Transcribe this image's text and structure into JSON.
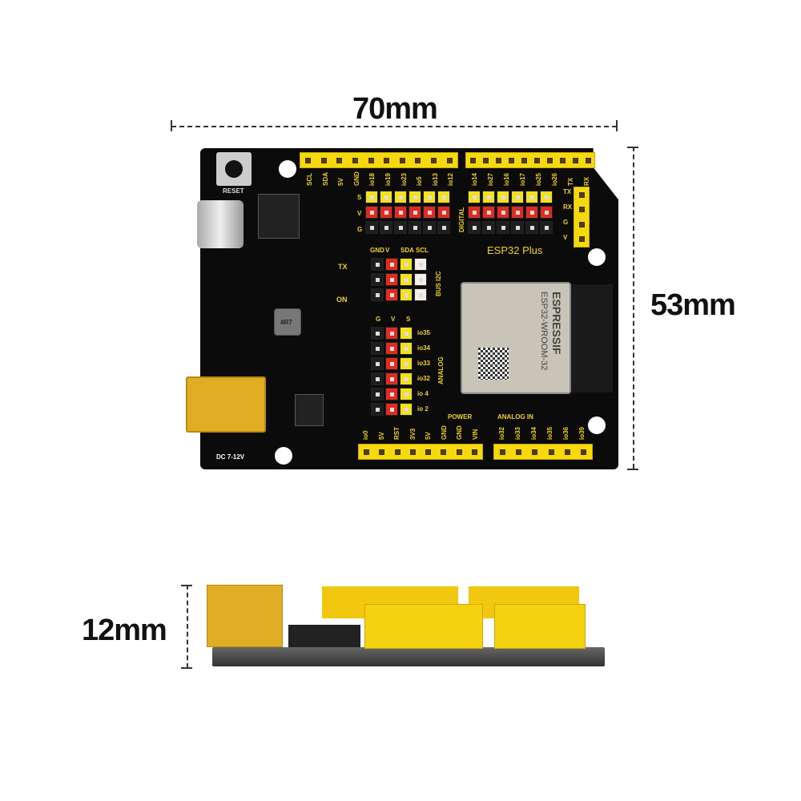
{
  "dimensions": {
    "width": "70mm",
    "height": "53mm",
    "thickness": "12mm"
  },
  "board": {
    "title": "ESP32 Plus",
    "reset_label": "RESET",
    "tx_label": "TX",
    "on_label": "ON",
    "dc_label": "DC 7-12V",
    "inductor_label": "4R7",
    "top_left_labels": [
      "SCL",
      "SDA",
      "5V",
      "GND",
      "io18",
      "io19",
      "io23",
      "io5",
      "io13",
      "io12"
    ],
    "top_right_labels": [
      "io14",
      "io27",
      "io16",
      "io17",
      "io25",
      "io26",
      "TX",
      "RX"
    ],
    "digital_label": "DIGITAL",
    "svg_rows": [
      "S",
      "V",
      "G"
    ],
    "uart_labels": [
      "TX",
      "RX",
      "G",
      "V"
    ],
    "i2c_labels": [
      "GND",
      "V",
      "SDA",
      "SCL"
    ],
    "i2c_title": "BUS I2C",
    "analog_cols": [
      "G",
      "V",
      "S"
    ],
    "analog_pins": [
      "io35",
      "io34",
      "io33",
      "io32",
      "io 4",
      "io 2"
    ],
    "analog_title": "ANALOG",
    "power_title": "POWER",
    "power_labels": [
      "io0",
      "5V",
      "RST",
      "3V3",
      "5V",
      "GND",
      "GND",
      "VIN"
    ],
    "analog_in_title": "ANALOG IN",
    "analog_in_labels": [
      "io32",
      "io33",
      "io34",
      "io35",
      "io36",
      "io39"
    ],
    "module": {
      "brand": "ESPRESSIF",
      "model": "ESP32-WROOM-32"
    }
  },
  "colors": {
    "pcb": "#0b0b0b",
    "silkscreen": "#f2d21b",
    "header_yellow": "#f5d90e",
    "signal": "#f5e11a",
    "power": "#e02b20",
    "ground": "#1e1e1e"
  }
}
